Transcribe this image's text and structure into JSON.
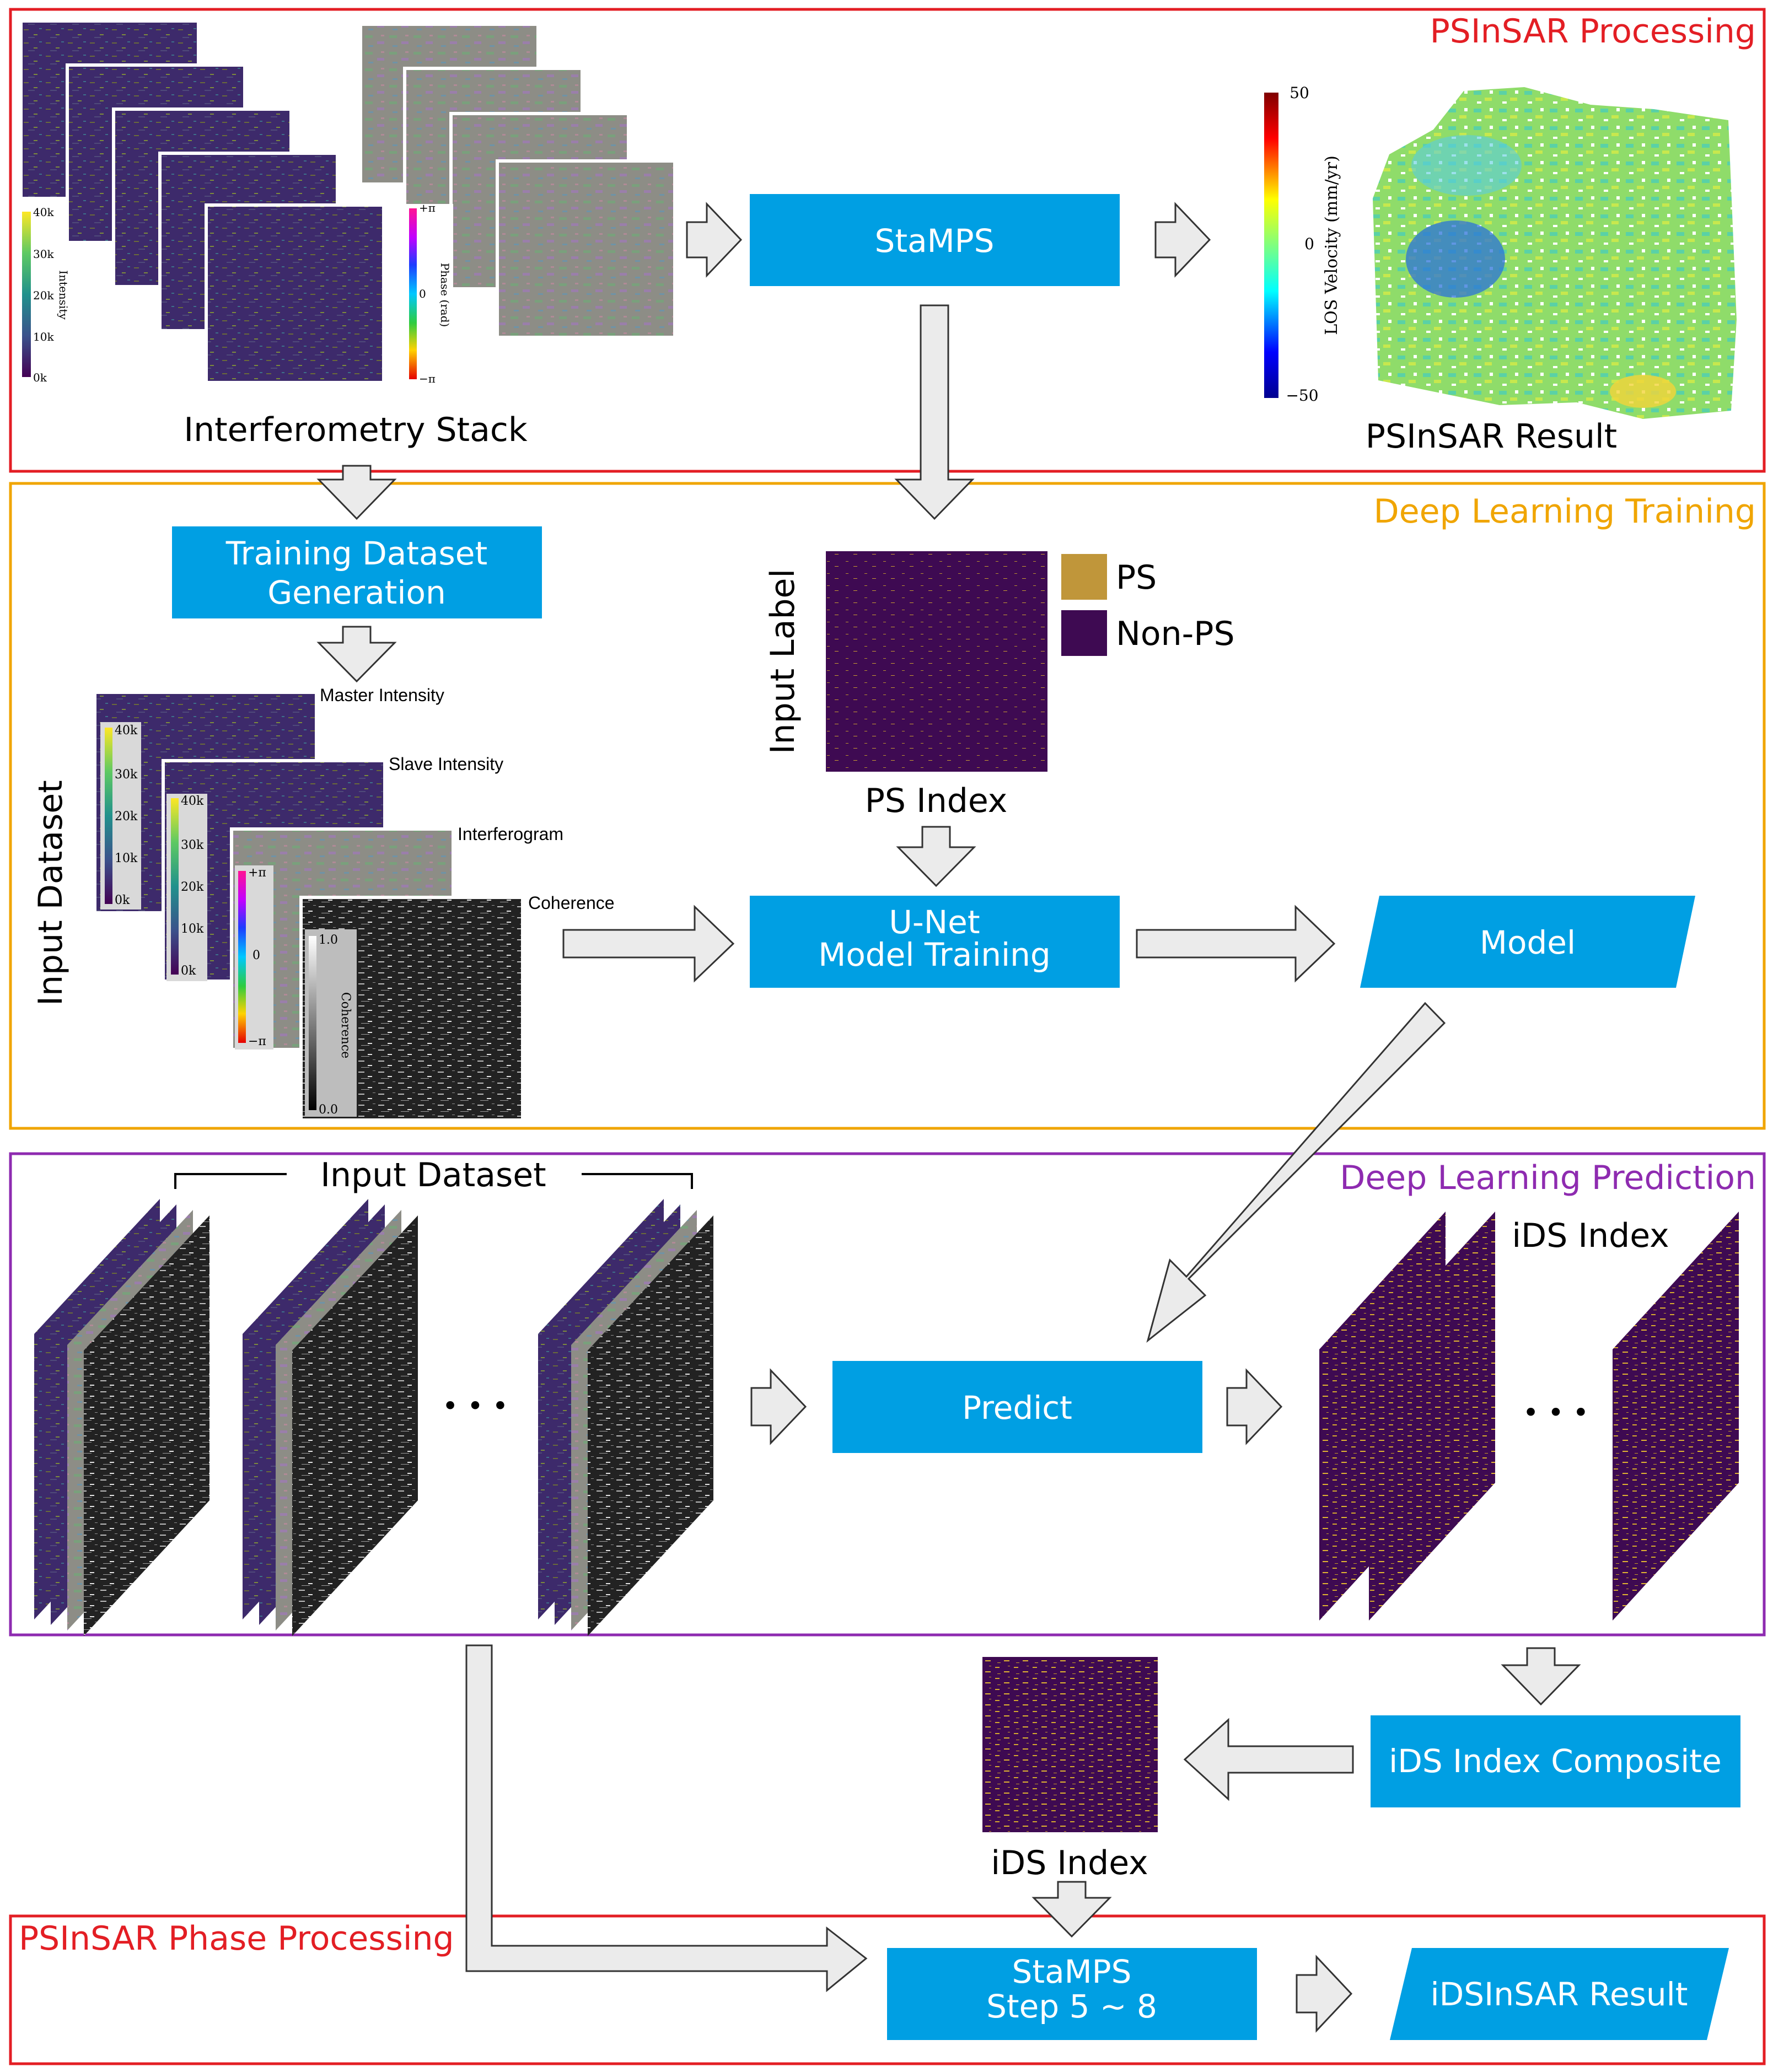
{
  "colors": {
    "red": "#e31e24",
    "orange": "#f0a500",
    "purple": "#8e2bb0",
    "blue": "#009fe3",
    "ps_color": "#c0963a",
    "nonps_color": "#3e0a52",
    "arrow_fill": "#ebebeb",
    "arrow_stroke": "#333333"
  },
  "sections": {
    "psinsar_processing": "PSInSAR Processing",
    "dl_training": "Deep Learning Training",
    "dl_prediction": "Deep Learning Prediction",
    "phase_processing": "PSInSAR Phase Processing"
  },
  "processes": {
    "stamps": "StaMPS",
    "training_gen_line1": "Training Dataset",
    "training_gen_line2": "Generation",
    "unet_line1": "U-Net",
    "unet_line2": "Model Training",
    "model": "Model",
    "predict": "Predict",
    "ids_composite": "iDS Index Composite",
    "stamps_step_line1": "StaMPS",
    "stamps_step_line2": "Step 5 ~ 8",
    "idsinsar_result": "iDSInSAR Result"
  },
  "labels": {
    "interferometry_stack": "Interferometry Stack",
    "psinsar_result": "PSInSAR Result",
    "ps_index": "PS Index",
    "input_label": "Input Label",
    "input_dataset_vertical": "Input Dataset",
    "input_dataset_top": "Input Dataset",
    "ids_index_top": "iDS Index",
    "ids_index_bottom": "iDS Index",
    "ellipsis": "• • •"
  },
  "legend": {
    "ps": "PS",
    "non_ps": "Non-PS"
  },
  "stack_layers": {
    "master": "Master Intensity",
    "slave": "Slave Intensity",
    "interferogram": "Interferogram",
    "coherence": "Coherence"
  },
  "colorbars": {
    "intensity_ticks": [
      "40k",
      "30k",
      "20k",
      "10k",
      "0k"
    ],
    "intensity_label": "Intensity",
    "phase_top": "+π",
    "phase_mid": "0",
    "phase_bottom": "−π",
    "phase_label": "Phase (rad)",
    "coherence_top": "1.0",
    "coherence_bottom": "0.0",
    "coherence_label": "Coherence",
    "velocity_top": "50",
    "velocity_mid": "0",
    "velocity_bottom": "−50",
    "velocity_label": "LOS Velocity (mm/yr)"
  }
}
